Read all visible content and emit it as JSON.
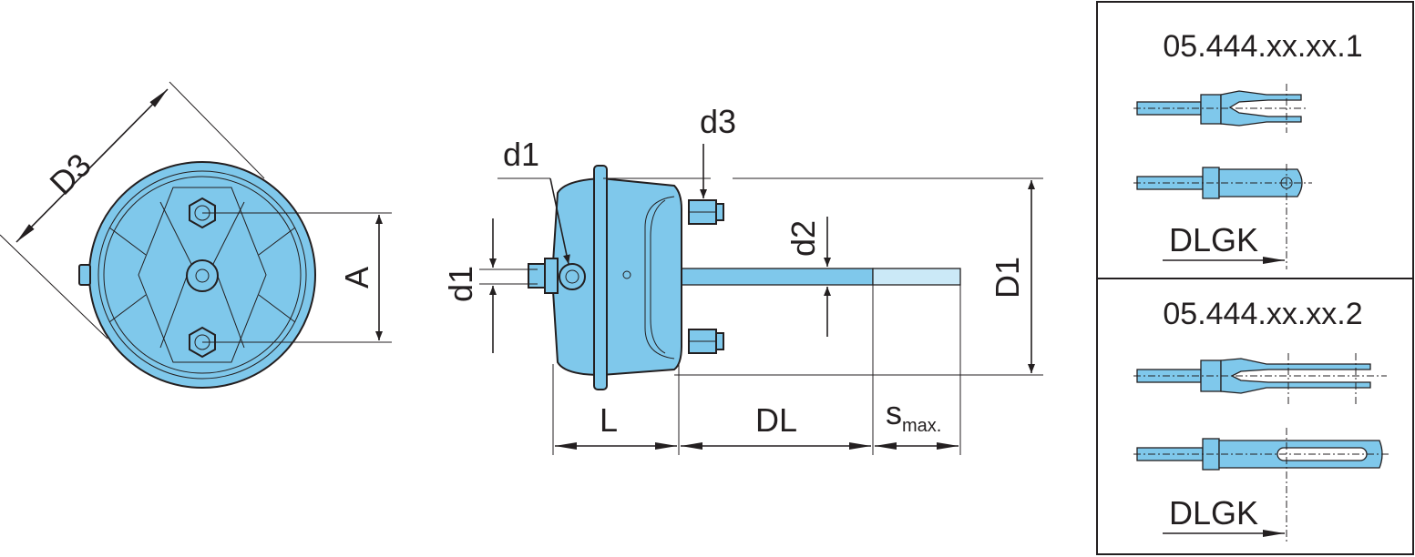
{
  "colors": {
    "part_fill": "#7fc8eb",
    "part_light": "#cbe9f7",
    "line": "#231f20"
  },
  "labels": {
    "D3": "D3",
    "A": "A",
    "d1_top": "d1",
    "d1_side": "d1",
    "d3": "d3",
    "d2": "d2",
    "D1": "D1",
    "L": "L",
    "DL": "DL",
    "s": "s",
    "s_sub": "max."
  },
  "variants": [
    {
      "code": "05.444.xx.xx.1",
      "dim_label": "DLGK"
    },
    {
      "code": "05.444.xx.xx.2",
      "dim_label": "DLGK"
    }
  ]
}
